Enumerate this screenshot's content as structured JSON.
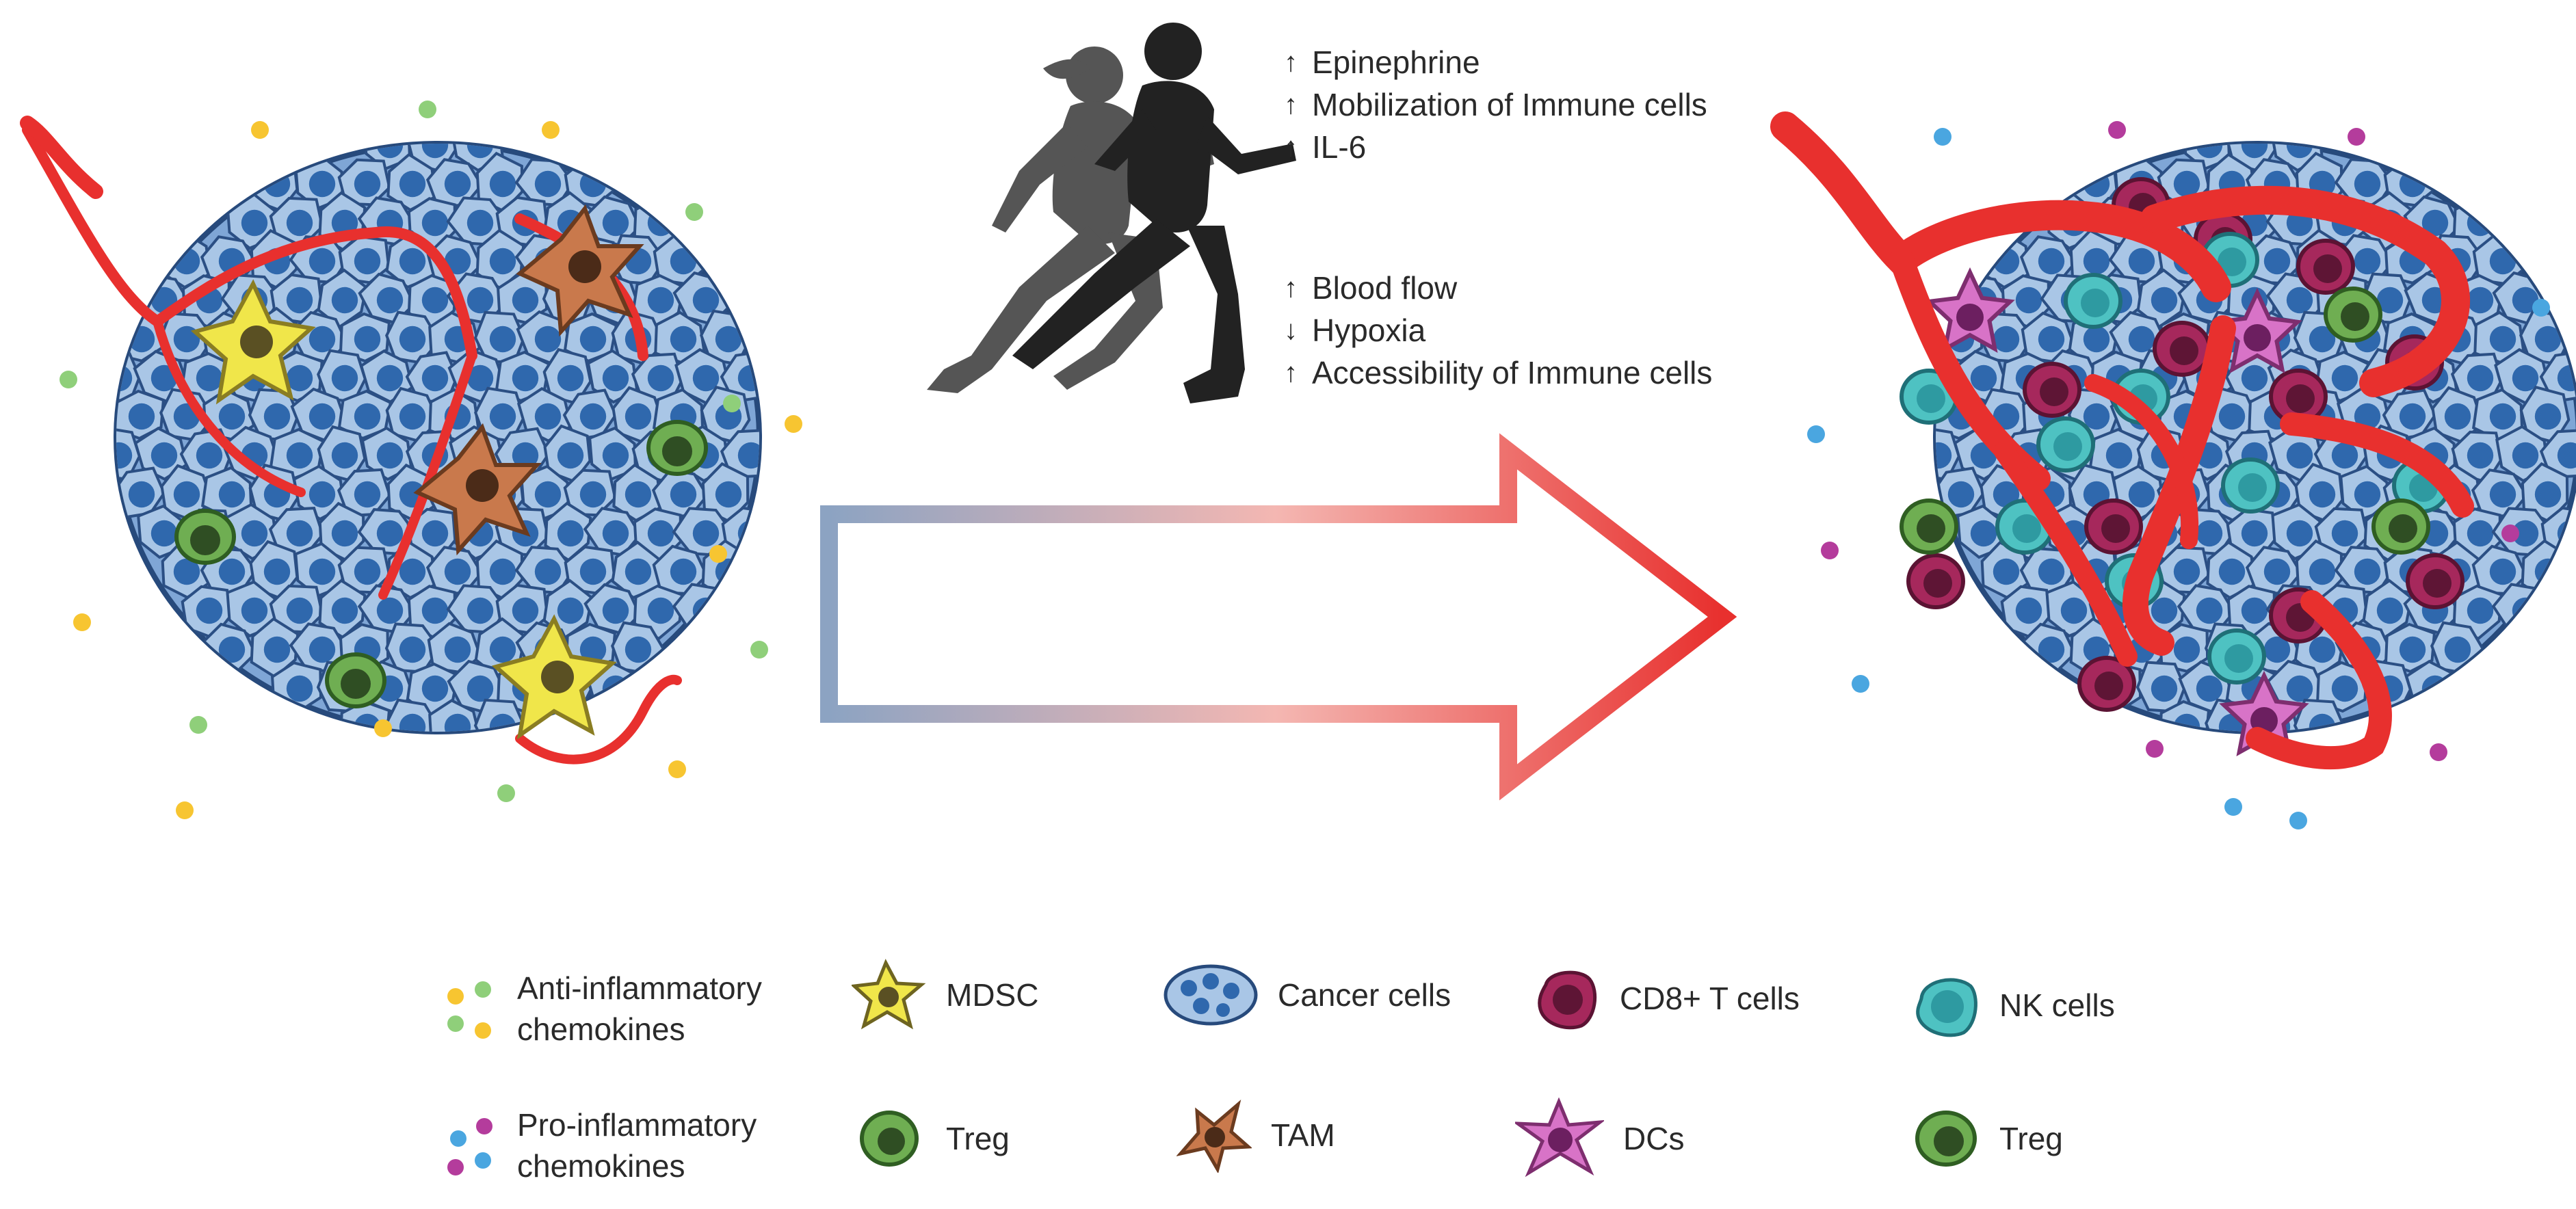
{
  "effects_top": [
    {
      "arrow": "↑",
      "text": "Epinephrine"
    },
    {
      "arrow": "↑",
      "text": "Mobilization of Immune cells"
    },
    {
      "arrow": "↑",
      "text": "IL-6"
    }
  ],
  "effects_bottom": [
    {
      "arrow": "↑",
      "text": "Blood flow"
    },
    {
      "arrow": "↓",
      "text": "Hypoxia"
    },
    {
      "arrow": "↑",
      "text": "Accessibility of Immune cells"
    }
  ],
  "legend": {
    "anti_chemokines": "Anti-inflammatory\nchemokines",
    "pro_chemokines": "Pro-inflammatory\nchemokines",
    "mdsc": "MDSC",
    "treg_left": "Treg",
    "cancer": "Cancer cells",
    "tam": "TAM",
    "cd8": "CD8+ T cells",
    "dcs": "DCs",
    "nk": "NK cells",
    "treg_right": "Treg"
  },
  "colors": {
    "cancer_fill": "#a9c6e6",
    "cancer_nucleus": "#2f68ad",
    "vessel": "#e8302e",
    "mdsc": "#f0e64a",
    "tam": "#c9794c",
    "treg": "#6fae52",
    "cd8": "#a6285c",
    "dcs": "#d873c7",
    "nk": "#4ec2c2",
    "chemokine_yellow": "#f7c531",
    "chemokine_green": "#8fcf7a",
    "chemokine_blue": "#4aa6e0",
    "chemokine_purple": "#b43c9c",
    "arrow_start": "#8ca3c2",
    "arrow_mid": "#f4b7b2",
    "arrow_end": "#e8302e",
    "runner_back": "#555555",
    "runner_front": "#222222"
  }
}
